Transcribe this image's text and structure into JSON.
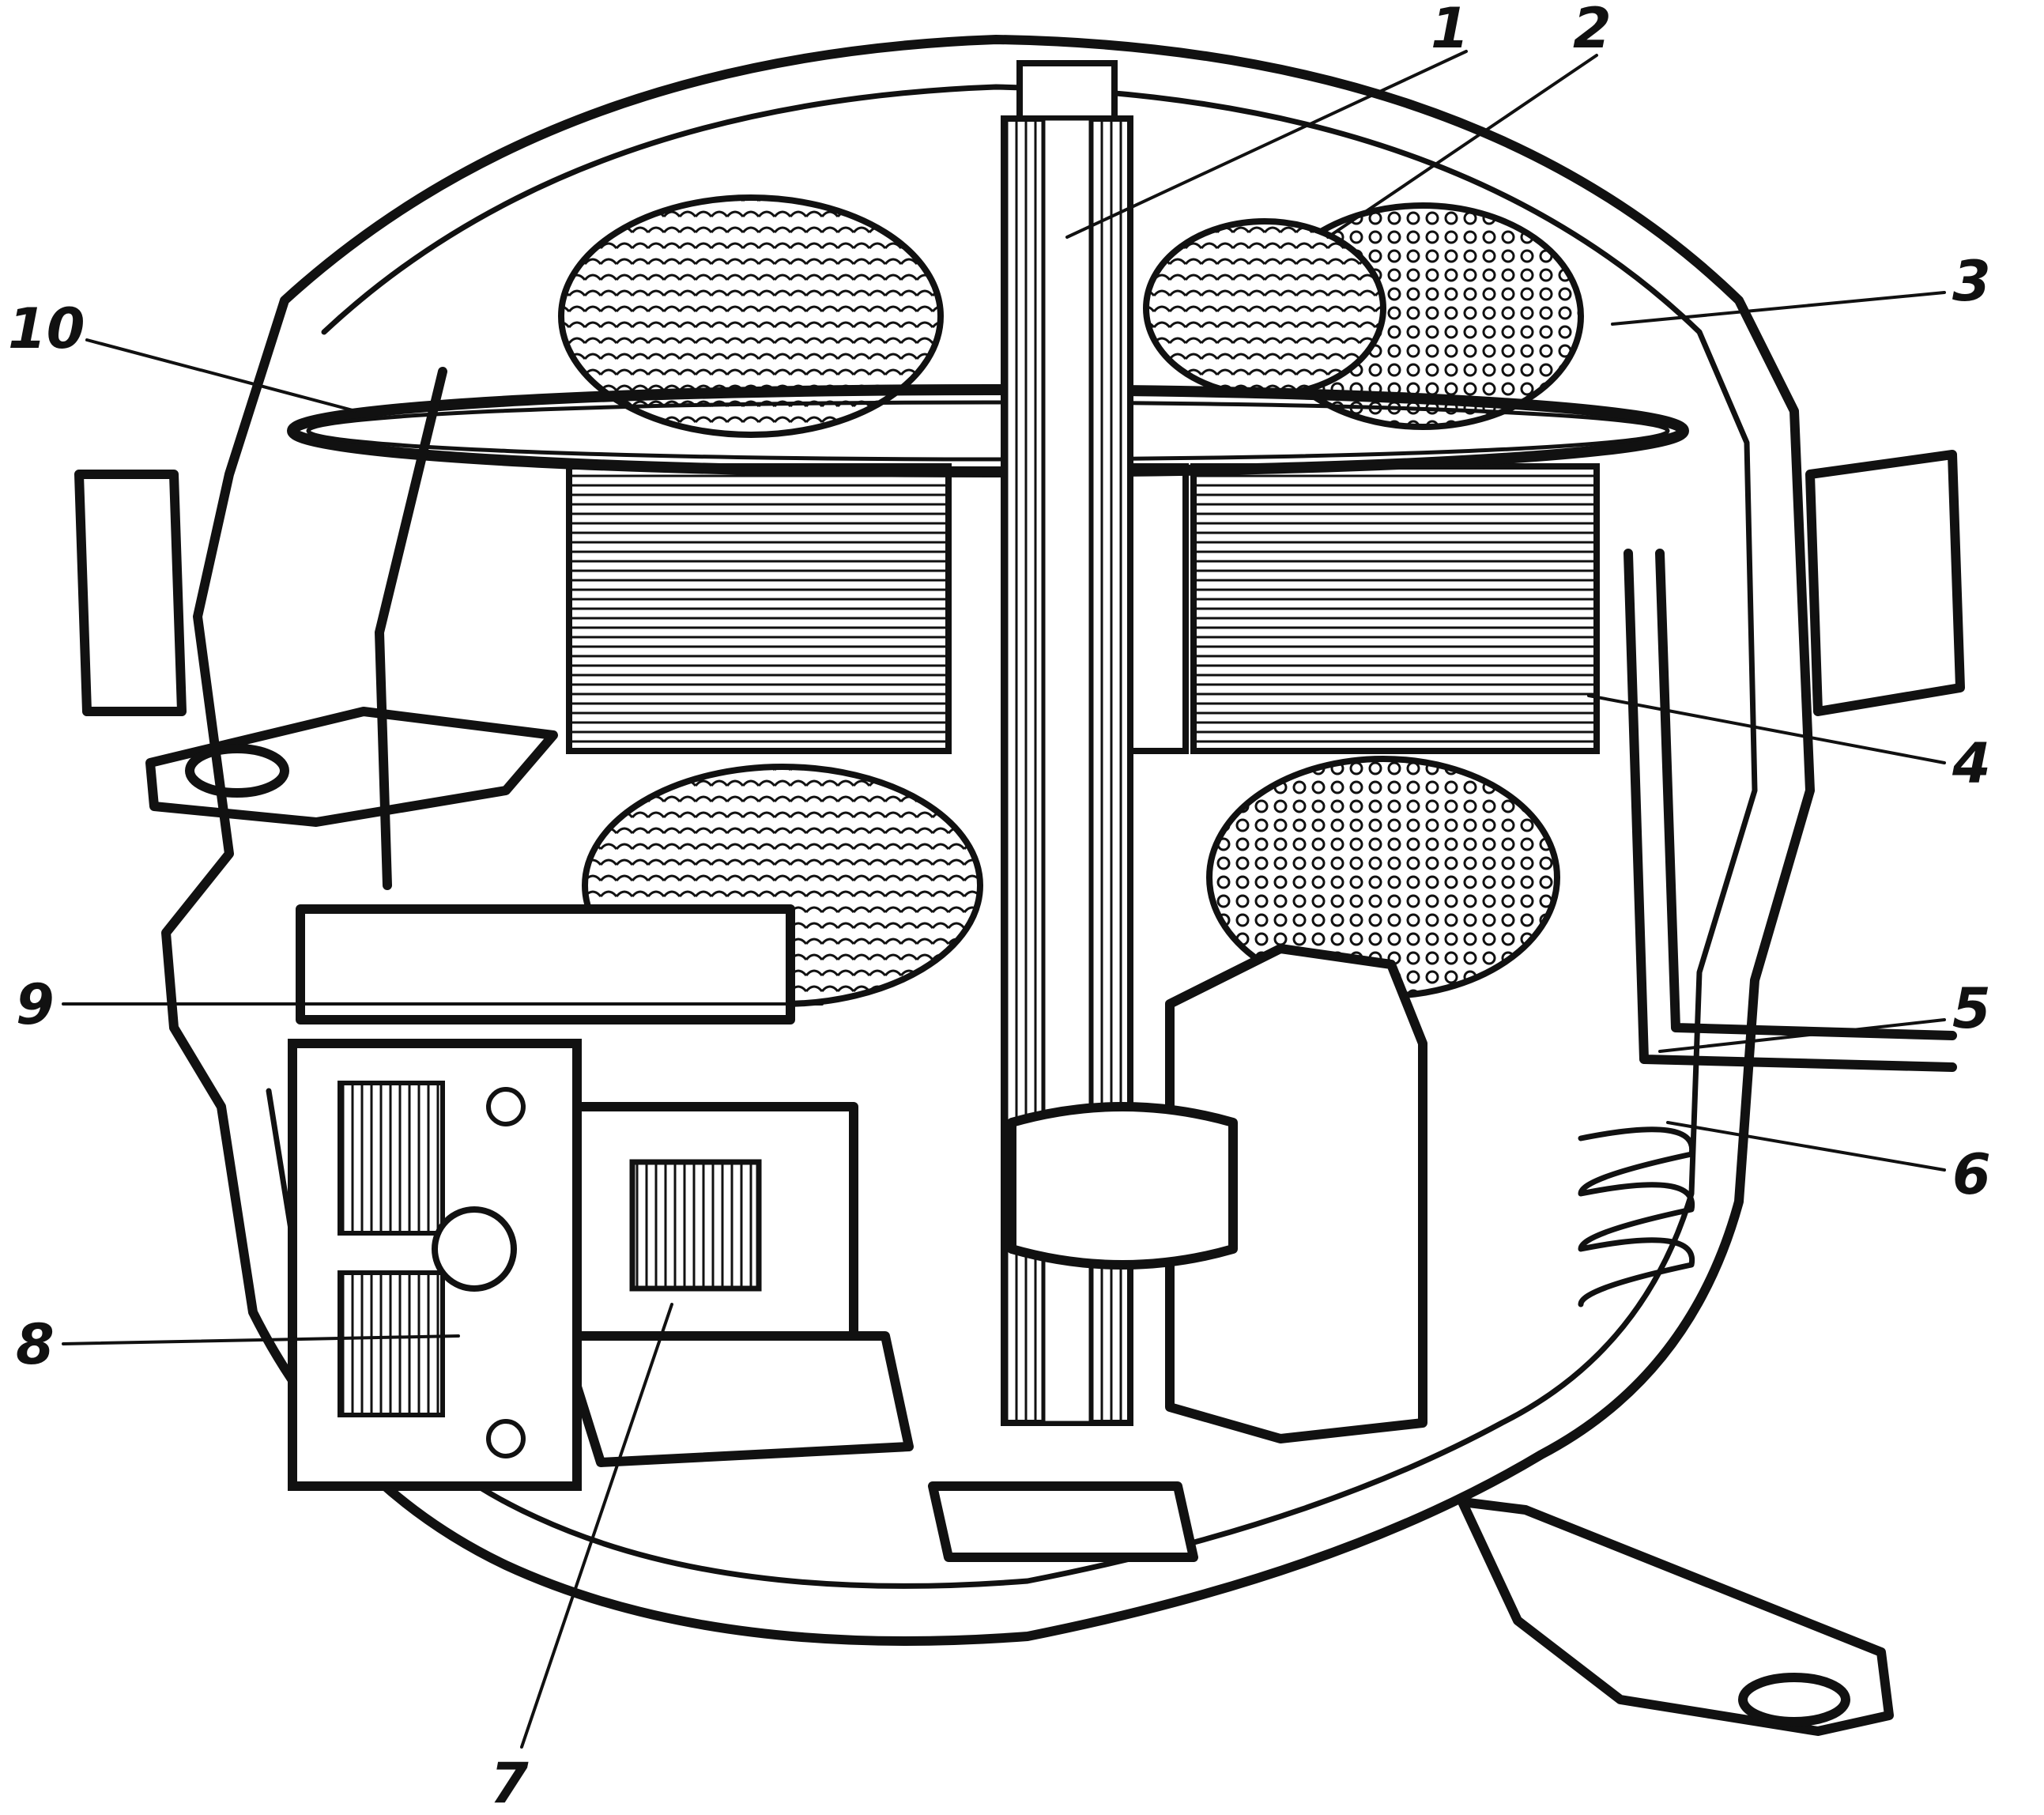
{
  "figure": {
    "callouts": [
      {
        "id": "1",
        "label": "1"
      },
      {
        "id": "2",
        "label": "2"
      },
      {
        "id": "3",
        "label": "3"
      },
      {
        "id": "4",
        "label": "4"
      },
      {
        "id": "5",
        "label": "5"
      },
      {
        "id": "6",
        "label": "6"
      },
      {
        "id": "7",
        "label": "7"
      },
      {
        "id": "8",
        "label": "8"
      },
      {
        "id": "9",
        "label": "9"
      },
      {
        "id": "10",
        "label": "10"
      }
    ],
    "colors": {
      "ink": "#111111",
      "paper": "#ffffff",
      "stipple": "#2a2a2a"
    }
  }
}
